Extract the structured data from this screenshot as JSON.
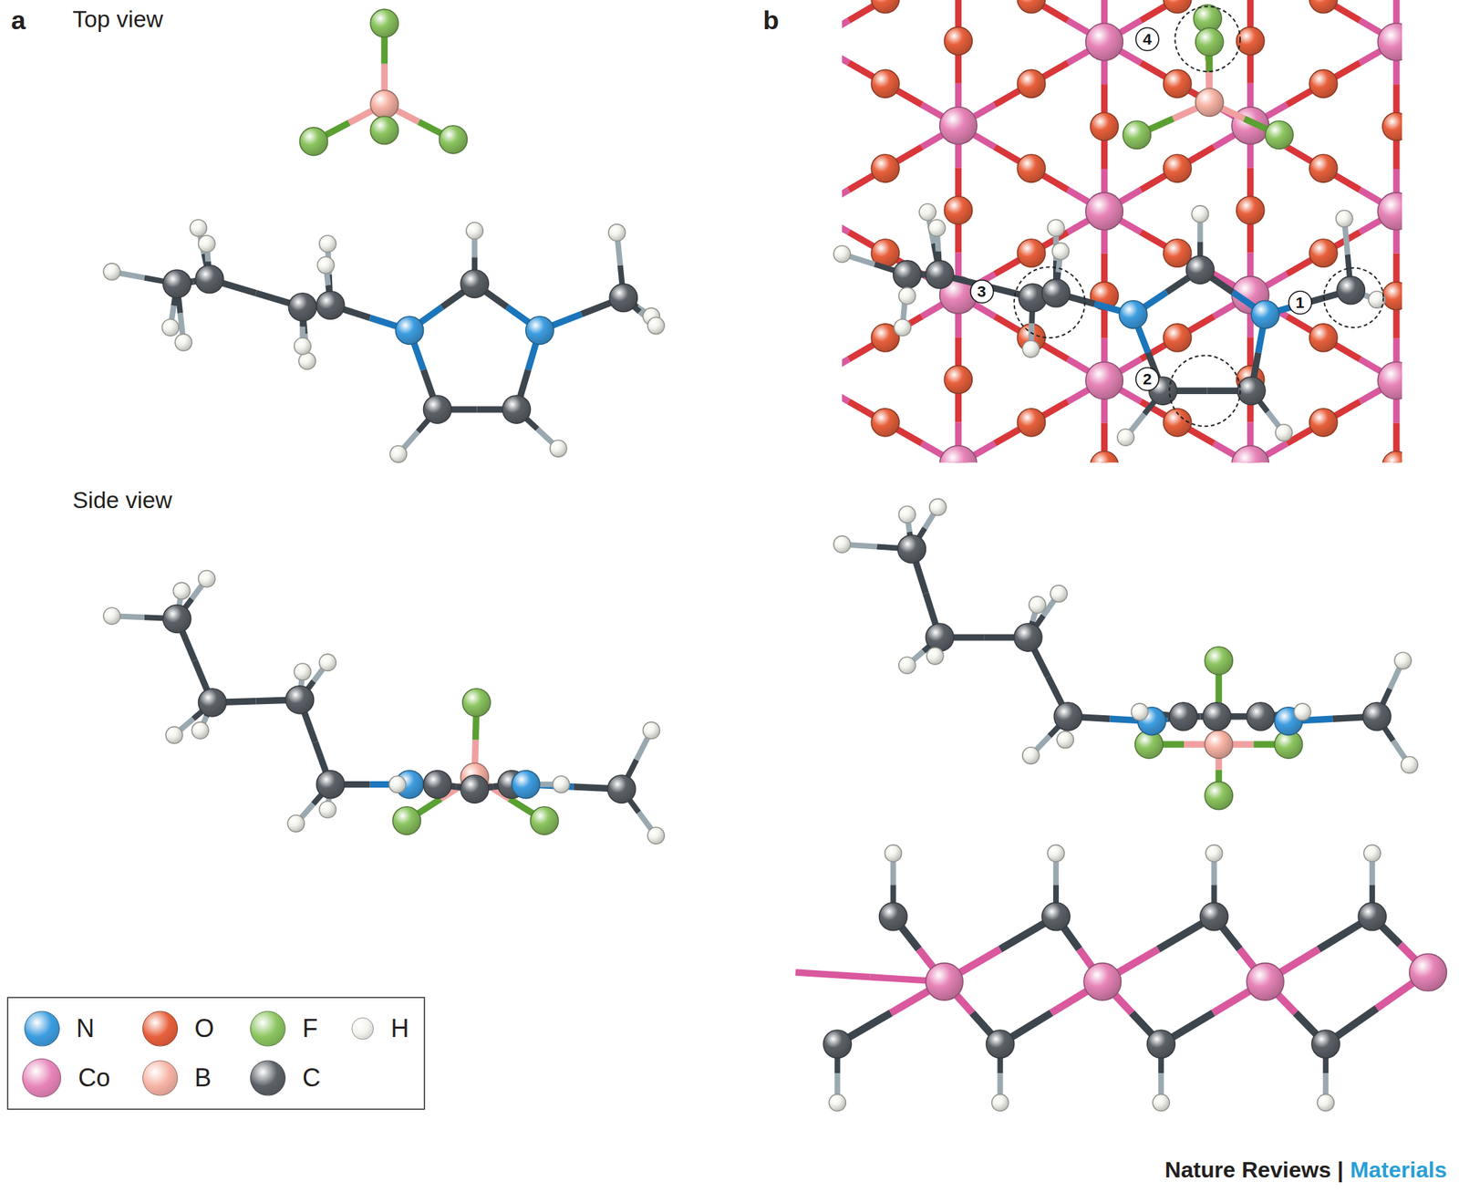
{
  "diagram": {
    "nodes": [
      {
        "text": [
          "4"
        ]
      },
      {
        "text": [
          "3"
        ]
      },
      {
        "text": [
          "1"
        ]
      },
      {
        "text": [
          "2"
        ]
      }
    ],
    "labels": [
      "a",
      "Top view",
      "Side view",
      "b",
      "Nature Reviews |",
      "Materials"
    ],
    "legend": [
      {
        "text": "N",
        "color": "#3d9de0"
      },
      {
        "text": "O",
        "color": "#e8603c"
      },
      {
        "text": "F",
        "color": "#8cc560"
      },
      {
        "text": "H",
        "color": "#f4f4ee"
      },
      {
        "text": "Co",
        "color": "#e784b8"
      },
      {
        "text": "B",
        "color": "#f7b3a5"
      },
      {
        "text": "C",
        "color": "#5c6168"
      }
    ]
  }
}
